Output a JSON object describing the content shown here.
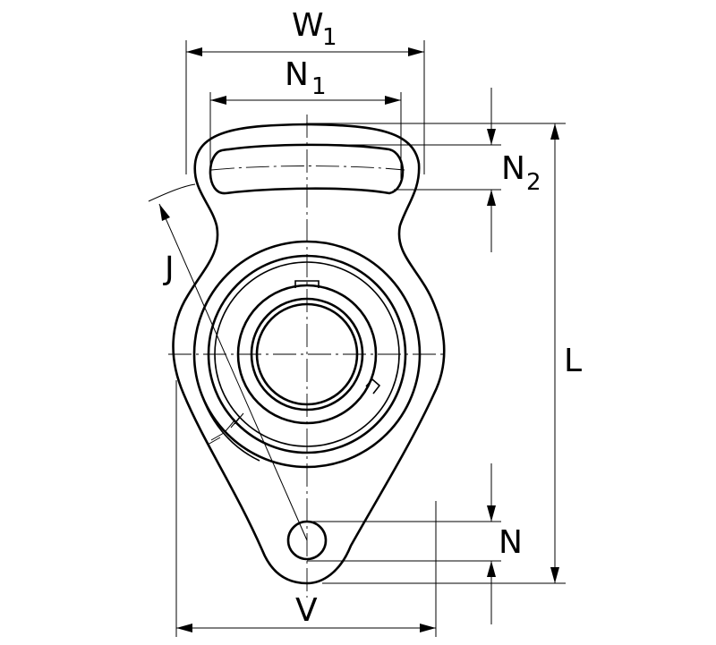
{
  "labels": {
    "w1": {
      "main": "W",
      "sub": "1"
    },
    "n1": {
      "main": "N",
      "sub": "1"
    },
    "n2": {
      "main": "N",
      "sub": "2"
    },
    "l": "L",
    "j": "J",
    "n": "N",
    "v": "V"
  }
}
